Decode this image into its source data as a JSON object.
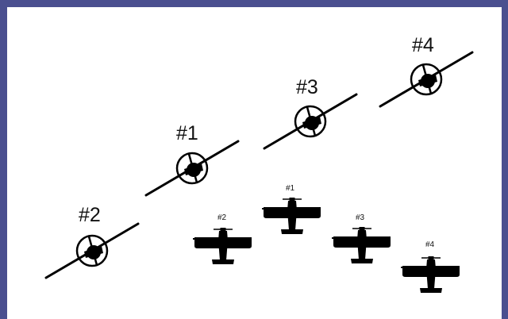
{
  "diagram": {
    "front_view": {
      "aircraft": [
        {
          "id": "front-2",
          "label": "#2"
        },
        {
          "id": "front-1",
          "label": "#1"
        },
        {
          "id": "front-3",
          "label": "#3"
        },
        {
          "id": "front-4",
          "label": "#4"
        }
      ]
    },
    "top_view": {
      "aircraft": [
        {
          "id": "top-2",
          "label": "#2"
        },
        {
          "id": "top-1",
          "label": "#1"
        },
        {
          "id": "top-3",
          "label": "#3"
        },
        {
          "id": "top-4",
          "label": "#4"
        }
      ]
    }
  },
  "colors": {
    "frame": "#4a4f8f",
    "ink": "#000000",
    "background": "#ffffff"
  }
}
